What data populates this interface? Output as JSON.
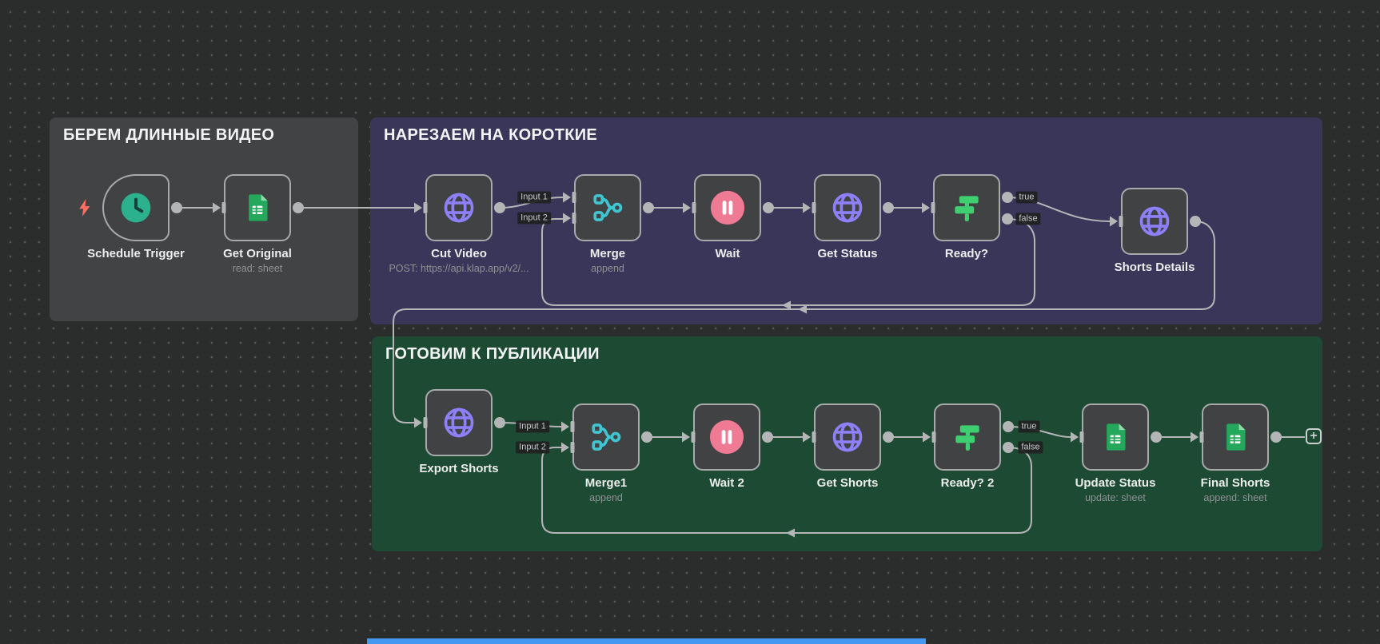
{
  "canvas": {
    "add_button": "+"
  },
  "groups": [
    {
      "id": "long-videos",
      "title": "БЕРЕМ ДЛИННЫЕ ВИДЕО",
      "color": "#424345"
    },
    {
      "id": "cut-shorts",
      "title": "НАРЕЗАЕМ НА КОРОТКИЕ",
      "color": "#3a3659"
    },
    {
      "id": "publish",
      "title": "ГОТОВИМ К ПУБЛИКАЦИИ",
      "color": "#1d4a33"
    }
  ],
  "nodes": [
    {
      "id": "schedule-trigger",
      "label": "Schedule Trigger",
      "icon": "clock",
      "shape": "trigger"
    },
    {
      "id": "get-original",
      "label": "Get Original",
      "icon": "sheets",
      "sublabel": "read: sheet"
    },
    {
      "id": "cut-video",
      "label": "Cut Video",
      "icon": "globe",
      "sublabel": "POST: https://api.klap.app/v2/..."
    },
    {
      "id": "merge",
      "label": "Merge",
      "icon": "merge",
      "sublabel": "append",
      "inputs": [
        "Input 1",
        "Input 2"
      ]
    },
    {
      "id": "wait",
      "label": "Wait",
      "icon": "pause"
    },
    {
      "id": "get-status",
      "label": "Get Status",
      "icon": "globe"
    },
    {
      "id": "ready",
      "label": "Ready?",
      "icon": "signpost",
      "outputs": [
        "true",
        "false"
      ]
    },
    {
      "id": "shorts-details",
      "label": "Shorts Details",
      "icon": "globe"
    },
    {
      "id": "export-shorts",
      "label": "Export Shorts",
      "icon": "globe"
    },
    {
      "id": "merge1",
      "label": "Merge1",
      "icon": "merge",
      "sublabel": "append",
      "inputs": [
        "Input 1",
        "Input 2"
      ]
    },
    {
      "id": "wait-2",
      "label": "Wait 2",
      "icon": "pause"
    },
    {
      "id": "get-shorts",
      "label": "Get Shorts",
      "icon": "globe"
    },
    {
      "id": "ready-2",
      "label": "Ready? 2",
      "icon": "signpost",
      "outputs": [
        "true",
        "false"
      ]
    },
    {
      "id": "update-status",
      "label": "Update Status",
      "icon": "sheets",
      "sublabel": "update: sheet"
    },
    {
      "id": "final-shorts",
      "label": "Final Shorts",
      "icon": "sheets",
      "sublabel": "append: sheet"
    }
  ],
  "palette": {
    "canvas": "#2b2d2c",
    "node_bg": "#414244",
    "node_border": "#a8a9ab",
    "wire": "#b4b5b7",
    "globe": "#8d80f8",
    "sheets": "#24a95c",
    "sheets_fold": "#8fdca8",
    "pause": "#ee7a93",
    "merge": "#40c6d2",
    "signpost": "#3ecf71",
    "clock": "#2bb18b",
    "clock_hands": "#14423a",
    "bolt": "#ff6f61",
    "accent_bar": "#4598f0"
  }
}
